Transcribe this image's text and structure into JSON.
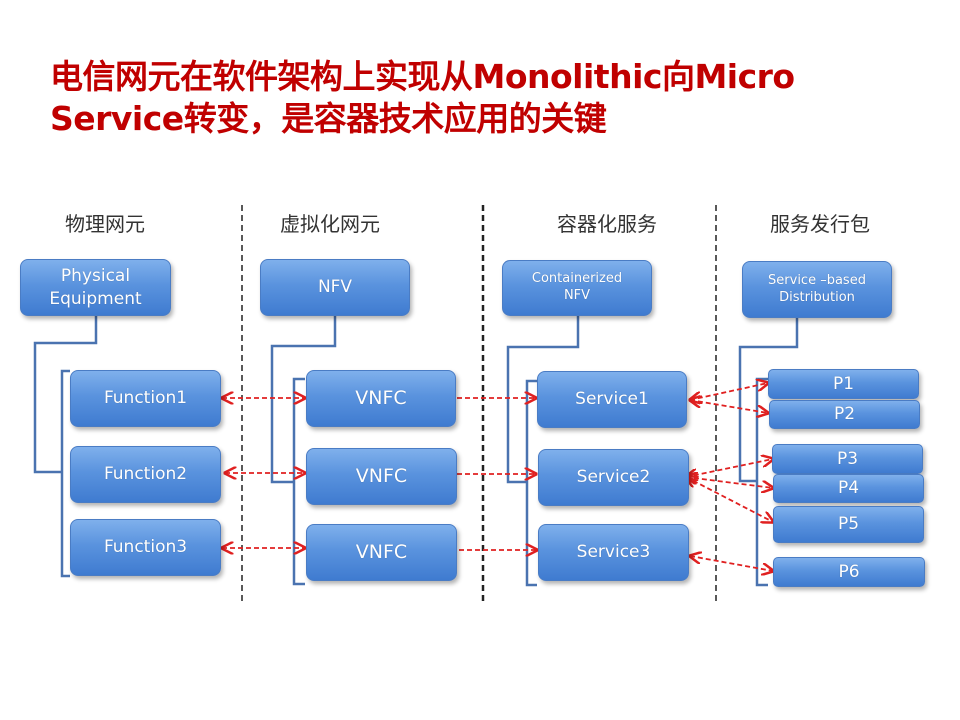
{
  "title": {
    "line1": "电信网元在软件架构上实现从Monolithic向Micro",
    "line2": "Service转变，是容器技术应用的关键"
  },
  "columns": [
    {
      "header": "物理网元",
      "root": "Physical Equipment",
      "children": [
        "Function1",
        "Function2",
        "Function3"
      ]
    },
    {
      "header": "虚拟化网元",
      "root": "NFV",
      "children": [
        "VNFC",
        "VNFC",
        "VNFC"
      ]
    },
    {
      "header": "容器化服务",
      "root": "Containerized NFV",
      "children": [
        "Service1",
        "Service2",
        "Service3"
      ]
    },
    {
      "header": "服务发行包",
      "root": "Service –based Distribution",
      "children": [
        "P1",
        "P2",
        "P3",
        "P4",
        "P5",
        "P6"
      ]
    }
  ],
  "colors": {
    "title": "#c00000",
    "box": "#4f86d6",
    "connector": "#4a73b0",
    "arrow": "#e02020"
  }
}
